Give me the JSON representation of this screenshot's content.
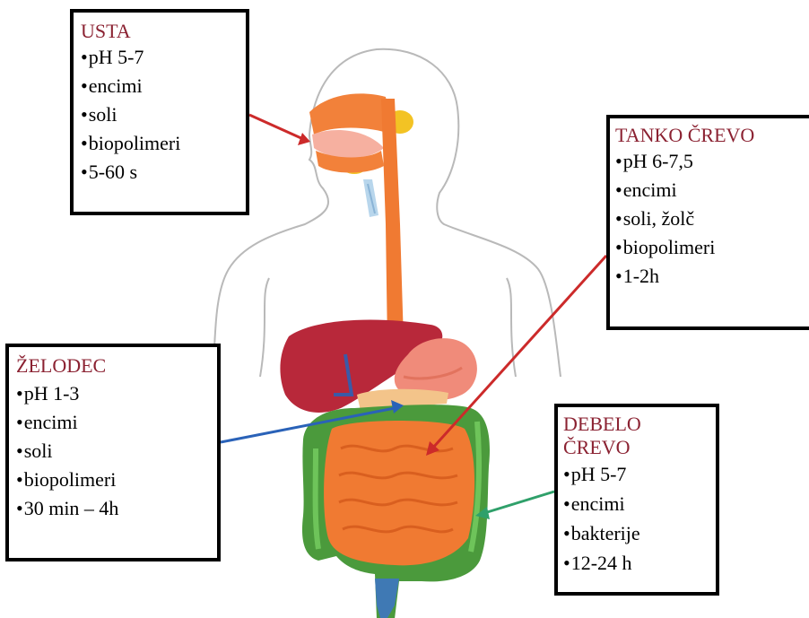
{
  "colors": {
    "title_text": "#8b2232",
    "box_border": "#000000",
    "arrow_usta": "#cc2a2a",
    "arrow_tanko": "#cc2a2a",
    "arrow_zelodec": "#2a62b8",
    "arrow_debelo": "#2fa06a"
  },
  "organs": {
    "body_outline": "body-outline",
    "esophagus": "esophagus",
    "liver": "liver",
    "stomach": "stomach",
    "small_intestine": "small-intestine",
    "large_intestine": "large-intestine",
    "salivary_gland": "salivary-gland",
    "trachea": "trachea",
    "rectum": "rectum"
  },
  "usta": {
    "title": "USTA",
    "items": [
      "pH 5-7",
      "encimi",
      "soli",
      "biopolimeri",
      "5-60 s"
    ]
  },
  "tanko_crevo": {
    "title": "TANKO ČREVO",
    "items": [
      "pH 6-7,5",
      "encimi",
      "soli, žolč",
      "biopolimeri",
      "1-2h"
    ]
  },
  "zelodec": {
    "title": "ŽELODEC",
    "items": [
      "pH 1-3",
      "encimi",
      "soli",
      "biopolimeri",
      "30 min – 4h"
    ]
  },
  "debelo_crevo": {
    "title_line1": "DEBELO",
    "title_line2": "ČREVO",
    "items": [
      "pH 5-7",
      "encimi",
      "bakterije",
      "12-24 h"
    ]
  }
}
